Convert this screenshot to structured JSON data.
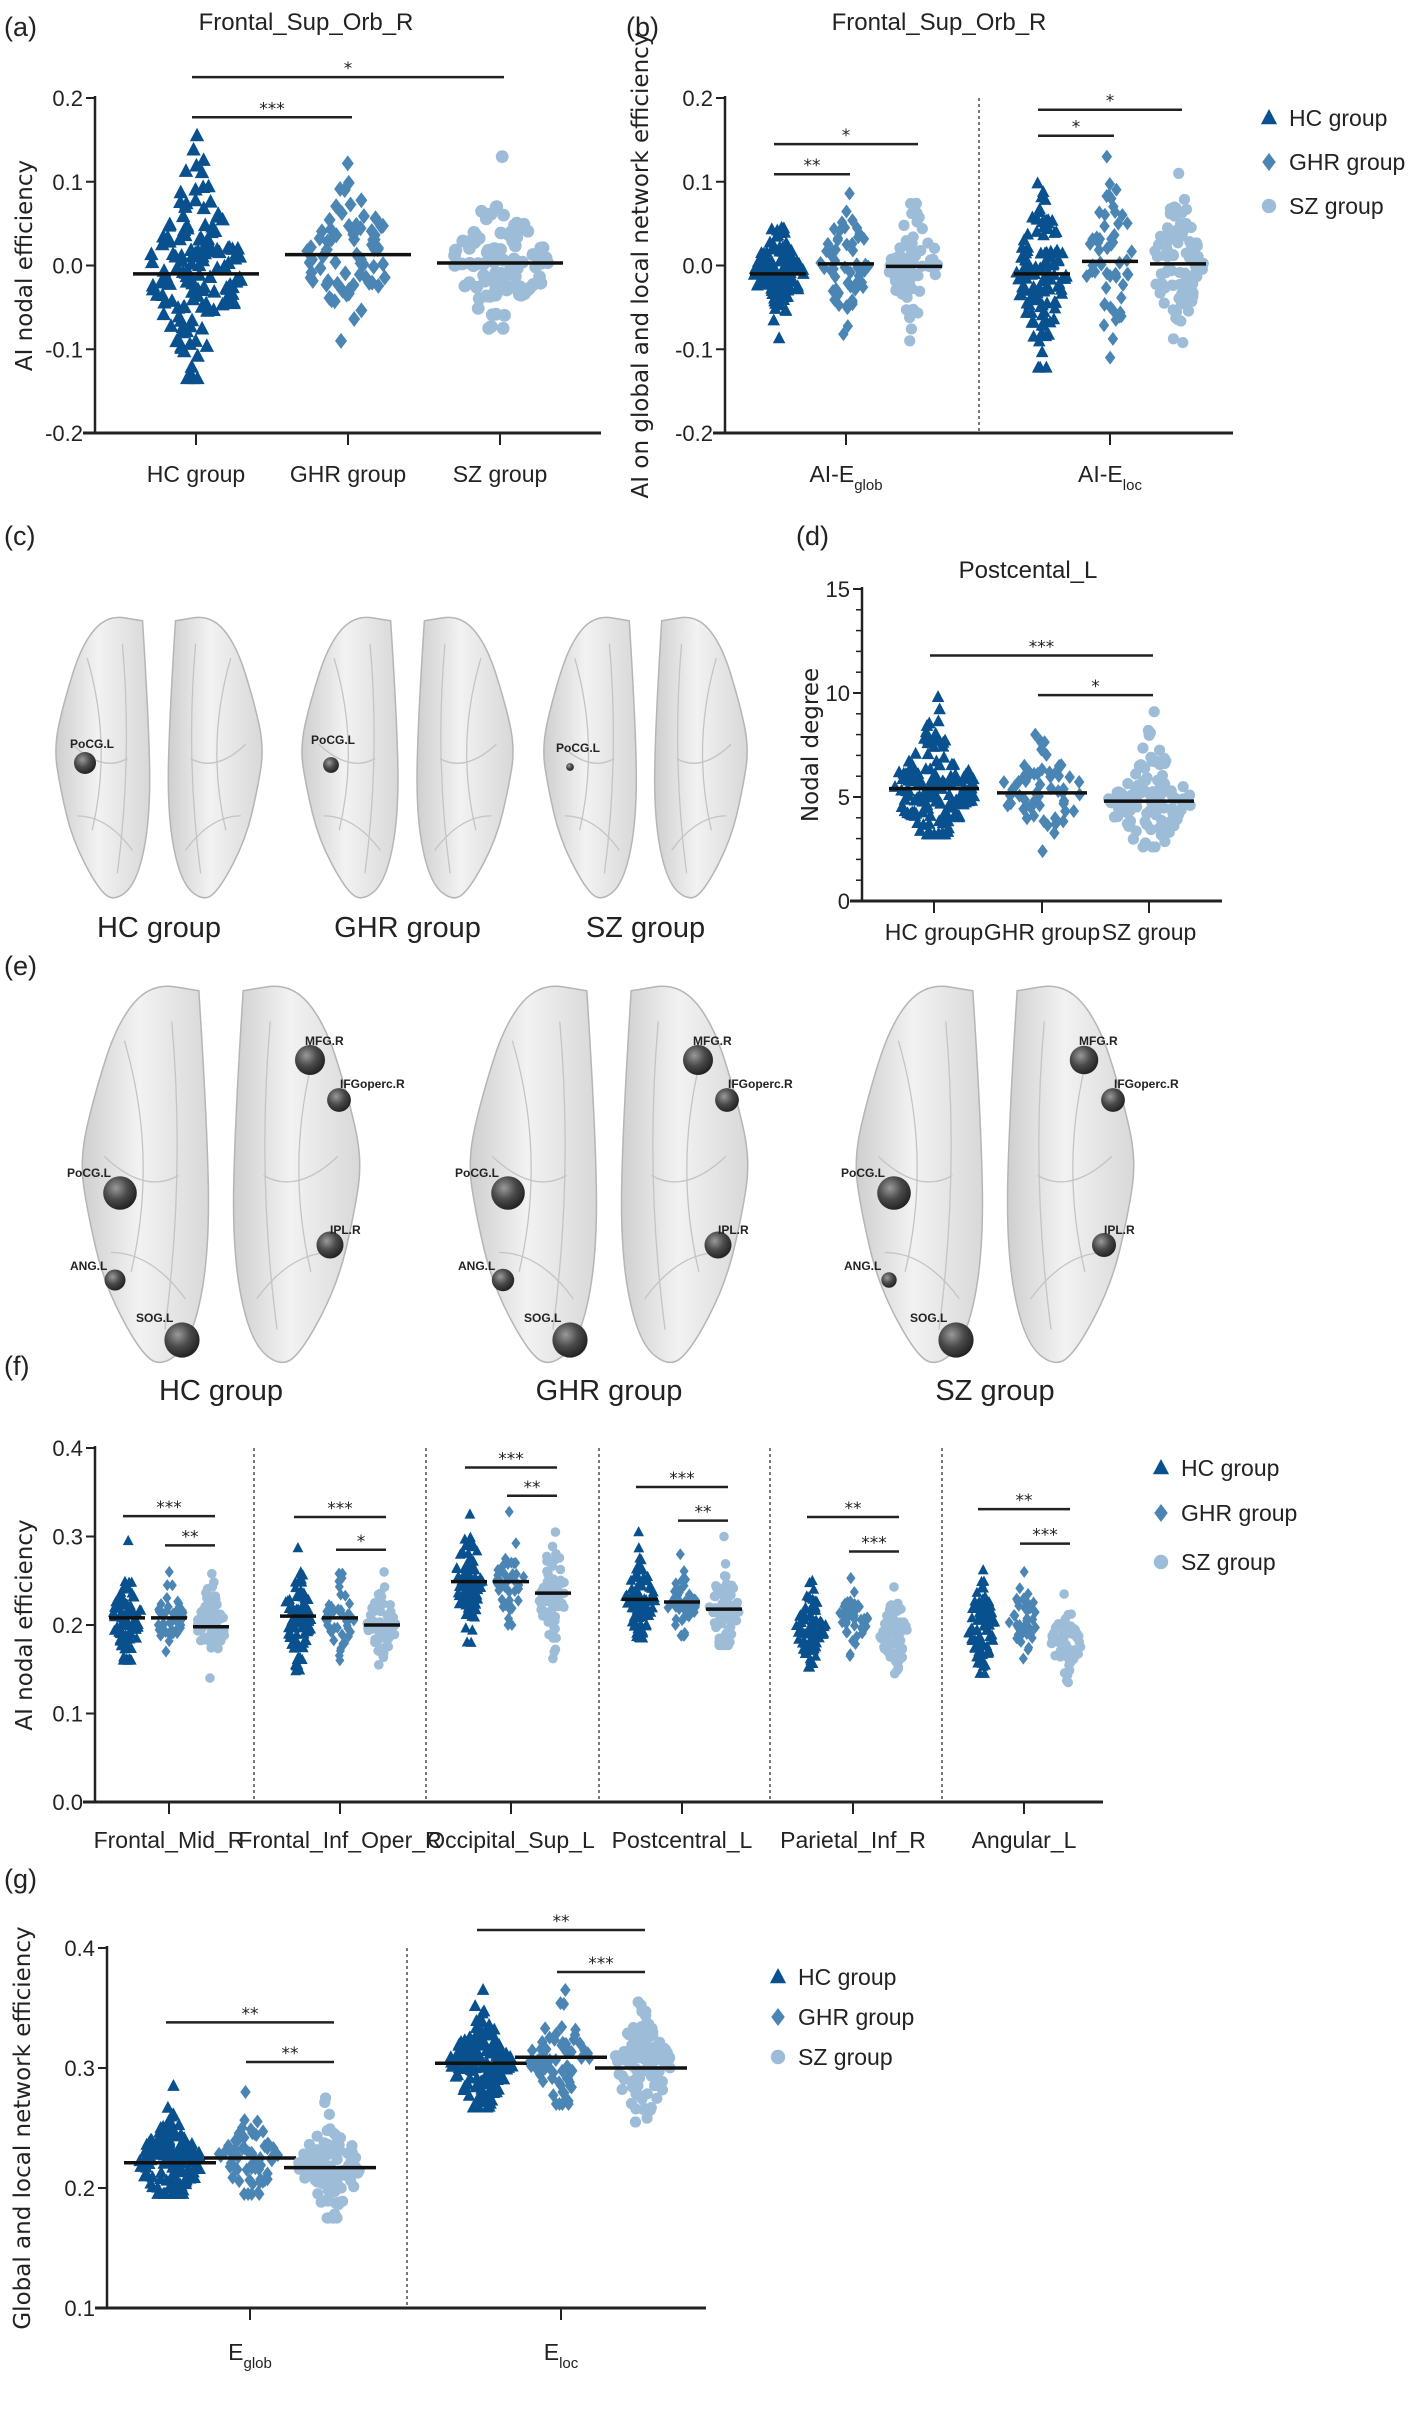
{
  "panel_labels": [
    "(a)",
    "(b)",
    "(c)",
    "(d)",
    "(e)",
    "(f)",
    "(g)"
  ],
  "colors": {
    "HC group": "#08508e",
    "GHR group": "#4a85b3",
    "SZ group": "#9dbcd7",
    "mean_line": "#111111"
  },
  "legend": [
    "HC group",
    "GHR group",
    "SZ group"
  ],
  "brains": {
    "c": {
      "groups": [
        {
          "label": "HC group",
          "nodes": [
            {
              "name": "PoCG.L",
              "size": 1.0
            }
          ]
        },
        {
          "label": "GHR group",
          "nodes": [
            {
              "name": "PoCG.L",
              "size": 0.72
            }
          ]
        },
        {
          "label": "SZ group",
          "nodes": [
            {
              "name": "PoCG.L",
              "size": 0.35
            }
          ]
        }
      ]
    },
    "e": {
      "groups": [
        {
          "label": "HC group",
          "nodes": [
            {
              "name": "MFG.R",
              "size": 1.0
            },
            {
              "name": "IFGoperc.R",
              "size": 0.85
            },
            {
              "name": "PoCG.L",
              "size": 1.05
            },
            {
              "name": "IPL.R",
              "size": 0.9
            },
            {
              "name": "ANG.L",
              "size": 0.75
            },
            {
              "name": "SOG.L",
              "size": 1.1
            }
          ]
        },
        {
          "label": "GHR group",
          "nodes": [
            {
              "name": "MFG.R",
              "size": 1.0
            },
            {
              "name": "IFGoperc.R",
              "size": 0.85
            },
            {
              "name": "PoCG.L",
              "size": 1.05
            },
            {
              "name": "IPL.R",
              "size": 0.9
            },
            {
              "name": "ANG.L",
              "size": 0.8
            },
            {
              "name": "SOG.L",
              "size": 1.1
            }
          ]
        },
        {
          "label": "SZ group",
          "nodes": [
            {
              "name": "MFG.R",
              "size": 0.95
            },
            {
              "name": "IFGoperc.R",
              "size": 0.85
            },
            {
              "name": "PoCG.L",
              "size": 1.05
            },
            {
              "name": "IPL.R",
              "size": 0.8
            },
            {
              "name": "ANG.L",
              "size": 0.55
            },
            {
              "name": "SOG.L",
              "size": 1.1
            }
          ]
        }
      ]
    }
  },
  "chart_data": [
    {
      "id": "a",
      "type": "scatter",
      "title": "Frontal_Sup_Orb_R",
      "ylabel": "AI nodal efficiency",
      "ylim": [
        -0.2,
        0.2
      ],
      "yticks": [
        -0.2,
        -0.1,
        0.0,
        0.1,
        0.2
      ],
      "ytick_labels": [
        "-0.2",
        "-0.1",
        "0.0",
        "0.1",
        "0.2"
      ],
      "tick_per_group": true,
      "xtick_labels": [
        "HC  group",
        "GHR group",
        "SZ group"
      ],
      "clusters": [
        {
          "label": null,
          "groups": [
            {
              "name": "HC group",
              "mean": -0.01,
              "min": -0.135,
              "max": 0.155
            },
            {
              "name": "GHR group",
              "mean": 0.013,
              "min": -0.09,
              "max": 0.122
            },
            {
              "name": "SZ group",
              "mean": 0.003,
              "min": -0.075,
              "max": 0.13
            }
          ],
          "sig": [
            {
              "from": 0,
              "to": 1,
              "label": "***",
              "y": 0.177
            },
            {
              "from": 0,
              "to": 2,
              "label": "*",
              "y": 0.225
            }
          ]
        }
      ]
    },
    {
      "id": "b",
      "type": "scatter",
      "title": "Frontal_Sup_Orb_R",
      "ylabel": "AI on global and local network efficiency",
      "ylim": [
        -0.2,
        0.2
      ],
      "yticks": [
        -0.2,
        -0.1,
        0.0,
        0.1,
        0.2
      ],
      "ytick_labels": [
        "-0.2",
        "-0.1",
        "0.0",
        "0.1",
        "0.2"
      ],
      "tick_per_group": false,
      "legend": "right",
      "clusters": [
        {
          "label": {
            "main": "AI-E",
            "sub": "glob"
          },
          "groups": [
            {
              "name": "HC group",
              "mean": -0.01,
              "min": -0.087,
              "max": 0.045
            },
            {
              "name": "GHR group",
              "mean": 0.002,
              "min": -0.082,
              "max": 0.086
            },
            {
              "name": "SZ group",
              "mean": -0.001,
              "min": -0.09,
              "max": 0.074
            }
          ],
          "sig": [
            {
              "from": 0,
              "to": 1,
              "label": "**",
              "y": 0.109
            },
            {
              "from": 0,
              "to": 2,
              "label": "*",
              "y": 0.145
            }
          ]
        },
        {
          "label": {
            "main": "AI-E",
            "sub": "loc"
          },
          "groups": [
            {
              "name": "HC group",
              "mean": -0.01,
              "min": -0.122,
              "max": 0.098
            },
            {
              "name": "GHR group",
              "mean": 0.005,
              "min": -0.11,
              "max": 0.13
            },
            {
              "name": "SZ group",
              "mean": 0.002,
              "min": -0.092,
              "max": 0.11
            }
          ],
          "sig": [
            {
              "from": 0,
              "to": 1,
              "label": "*",
              "y": 0.155
            },
            {
              "from": 0,
              "to": 2,
              "label": "*",
              "y": 0.186
            }
          ]
        }
      ]
    },
    {
      "id": "d",
      "type": "scatter",
      "title": "Postcental_L",
      "ylabel": "Nodal degree",
      "ylim": [
        0,
        15
      ],
      "yticks": [
        0,
        5,
        10,
        15
      ],
      "ytick_labels": [
        "0",
        "5",
        "10",
        "15"
      ],
      "minor_tick_step": 1,
      "tick_per_group": true,
      "xtick_labels": [
        "HC group",
        "GHR group",
        "SZ group"
      ],
      "clusters": [
        {
          "label": null,
          "groups": [
            {
              "name": "HC group",
              "mean": 5.4,
              "min": 3.2,
              "max": 9.8
            },
            {
              "name": "GHR group",
              "mean": 5.2,
              "min": 2.4,
              "max": 8.0
            },
            {
              "name": "SZ group",
              "mean": 4.8,
              "min": 2.6,
              "max": 9.1
            }
          ],
          "sig": [
            {
              "from": 0,
              "to": 2,
              "label": "***",
              "y": 11.8
            },
            {
              "from": 1,
              "to": 2,
              "label": "*",
              "y": 9.9
            }
          ]
        }
      ]
    },
    {
      "id": "f",
      "type": "scatter",
      "title": "",
      "ylabel": "AI nodal efficiency",
      "ylim": [
        0.0,
        0.4
      ],
      "yticks": [
        0.0,
        0.1,
        0.2,
        0.3,
        0.4
      ],
      "ytick_labels": [
        "0.0",
        "0.1",
        "0.2",
        "0.3",
        "0.4"
      ],
      "tick_per_group": false,
      "legend": "right",
      "clusters": [
        {
          "label": {
            "main": "Frontal_Mid_R"
          },
          "groups": [
            {
              "name": "HC group",
              "mean": 0.208,
              "min": 0.16,
              "max": 0.295
            },
            {
              "name": "GHR group",
              "mean": 0.208,
              "min": 0.17,
              "max": 0.26
            },
            {
              "name": "SZ group",
              "mean": 0.198,
              "min": 0.14,
              "max": 0.258
            }
          ],
          "sig": [
            {
              "from": 0,
              "to": 2,
              "label": "***",
              "y": 0.323
            },
            {
              "from": 1,
              "to": 2,
              "label": "**",
              "y": 0.29
            }
          ]
        },
        {
          "label": {
            "main": "Frontal_Inf_Oper_R"
          },
          "groups": [
            {
              "name": "HC group",
              "mean": 0.21,
              "min": 0.148,
              "max": 0.287
            },
            {
              "name": "GHR group",
              "mean": 0.208,
              "min": 0.16,
              "max": 0.258
            },
            {
              "name": "SZ group",
              "mean": 0.2,
              "min": 0.155,
              "max": 0.26
            }
          ],
          "sig": [
            {
              "from": 0,
              "to": 2,
              "label": "***",
              "y": 0.322
            },
            {
              "from": 1,
              "to": 2,
              "label": "*",
              "y": 0.285
            }
          ]
        },
        {
          "label": {
            "main": "Occipital_Sup_L"
          },
          "groups": [
            {
              "name": "HC group",
              "mean": 0.249,
              "min": 0.18,
              "max": 0.325
            },
            {
              "name": "GHR group",
              "mean": 0.249,
              "min": 0.2,
              "max": 0.328
            },
            {
              "name": "SZ group",
              "mean": 0.236,
              "min": 0.162,
              "max": 0.305
            }
          ],
          "sig": [
            {
              "from": 0,
              "to": 2,
              "label": "***",
              "y": 0.378
            },
            {
              "from": 1,
              "to": 2,
              "label": "**",
              "y": 0.346
            }
          ]
        },
        {
          "label": {
            "main": "Postcentral_L"
          },
          "groups": [
            {
              "name": "HC group",
              "mean": 0.229,
              "min": 0.185,
              "max": 0.305
            },
            {
              "name": "GHR group",
              "mean": 0.226,
              "min": 0.188,
              "max": 0.28
            },
            {
              "name": "SZ group",
              "mean": 0.218,
              "min": 0.177,
              "max": 0.3
            }
          ],
          "sig": [
            {
              "from": 0,
              "to": 2,
              "label": "***",
              "y": 0.356
            },
            {
              "from": 1,
              "to": 2,
              "label": "**",
              "y": 0.318
            }
          ]
        },
        {
          "label": {
            "main": "Parietal_Inf_R"
          },
          "groups": [
            {
              "name": "HC group",
              "mean": null,
              "min": 0.152,
              "max": 0.25
            },
            {
              "name": "GHR group",
              "mean": null,
              "min": 0.165,
              "max": 0.253
            },
            {
              "name": "SZ group",
              "mean": null,
              "min": 0.145,
              "max": 0.243
            }
          ],
          "sig": [
            {
              "from": 0,
              "to": 2,
              "label": "**",
              "y": 0.322
            },
            {
              "from": 1,
              "to": 2,
              "label": "***",
              "y": 0.283
            }
          ]
        },
        {
          "label": {
            "main": "Angular_L"
          },
          "groups": [
            {
              "name": "HC group",
              "mean": null,
              "min": 0.145,
              "max": 0.262
            },
            {
              "name": "GHR group",
              "mean": null,
              "min": 0.162,
              "max": 0.26
            },
            {
              "name": "SZ group",
              "mean": null,
              "min": 0.135,
              "max": 0.235
            }
          ],
          "sig": [
            {
              "from": 0,
              "to": 2,
              "label": "**",
              "y": 0.331
            },
            {
              "from": 1,
              "to": 2,
              "label": "***",
              "y": 0.292
            }
          ]
        }
      ]
    },
    {
      "id": "g",
      "type": "scatter",
      "title": "",
      "ylabel": "Global and local network efficiency",
      "ylim": [
        0.1,
        0.4
      ],
      "yticks": [
        0.1,
        0.2,
        0.3,
        0.4
      ],
      "ytick_labels": [
        "0.1",
        "0.2",
        "0.3",
        "0.4"
      ],
      "tick_per_group": false,
      "legend": "right",
      "clusters": [
        {
          "label": {
            "main": "E",
            "sub": "glob"
          },
          "groups": [
            {
              "name": "HC group",
              "mean": 0.221,
              "min": 0.195,
              "max": 0.285
            },
            {
              "name": "GHR group",
              "mean": 0.225,
              "min": 0.195,
              "max": 0.28
            },
            {
              "name": "SZ group",
              "mean": 0.217,
              "min": 0.175,
              "max": 0.275
            }
          ],
          "sig": [
            {
              "from": 0,
              "to": 2,
              "label": "**",
              "y": 0.338
            },
            {
              "from": 1,
              "to": 2,
              "label": "**",
              "y": 0.305
            }
          ]
        },
        {
          "label": {
            "main": "E",
            "sub": "loc"
          },
          "groups": [
            {
              "name": "HC group",
              "mean": 0.304,
              "min": 0.267,
              "max": 0.365
            },
            {
              "name": "GHR group",
              "mean": 0.309,
              "min": 0.27,
              "max": 0.365
            },
            {
              "name": "SZ group",
              "mean": 0.3,
              "min": 0.255,
              "max": 0.355
            }
          ],
          "sig": [
            {
              "from": 0,
              "to": 2,
              "label": "**",
              "y": 0.415
            },
            {
              "from": 1,
              "to": 2,
              "label": "***",
              "y": 0.38
            }
          ]
        }
      ]
    }
  ]
}
